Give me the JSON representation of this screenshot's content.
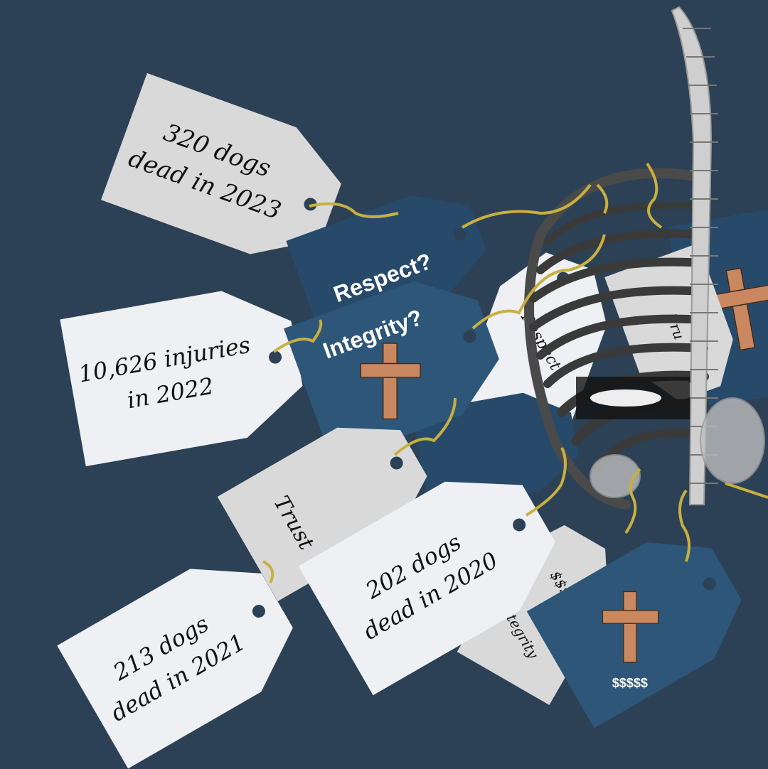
{
  "tags": {
    "dogs_2023": {
      "line1": "320 dogs",
      "line2": "dead in 2023"
    },
    "injuries_2022": {
      "line1": "10,626 injuries",
      "line2": "in 2022"
    },
    "respect_q": "Respect?",
    "integrity_q": "Integrity?",
    "trust": "Trust",
    "dogs_2021": {
      "line1": "213 dogs",
      "line2": "dead in 2021"
    },
    "dogs_2020": {
      "line1": "202 dogs",
      "line2": "dead in 2020"
    },
    "money_small": "$$$$$",
    "integrity": "Integrity",
    "money_blue": "$$$$$",
    "respect": "Respect",
    "trust_partial": "Tru"
  },
  "colors": {
    "background": "#2c4155",
    "tag_blue": "#274a6b",
    "cross": "#c9885f",
    "ribbon": "#c8b040"
  }
}
